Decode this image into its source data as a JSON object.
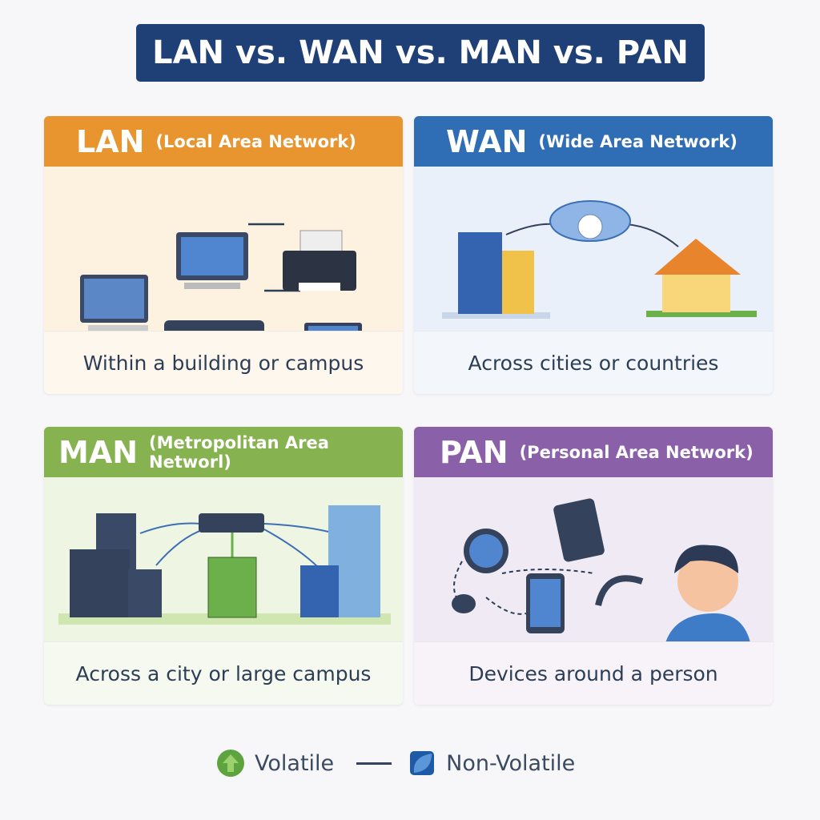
{
  "title": "LAN vs. WAN vs. MAN vs. PAN",
  "cards": [
    {
      "abbr": "LAN",
      "full": "(Local Area Network)",
      "caption": "Within a building or campus",
      "color": "#e8952f"
    },
    {
      "abbr": "WAN",
      "full": "(Wide Area Network)",
      "caption": "Across cities or countries",
      "color": "#2f6db5"
    },
    {
      "abbr": "MAN",
      "full": "(Metropolitan Area Networl)",
      "caption": "Across a city or large campus",
      "color": "#86b34f"
    },
    {
      "abbr": "PAN",
      "full": "(Personal Area Network)",
      "caption": "Devices around a person",
      "color": "#8a60a8"
    }
  ],
  "legend": {
    "volatile": "Volatile",
    "non_volatile": "Non-Volatile"
  }
}
